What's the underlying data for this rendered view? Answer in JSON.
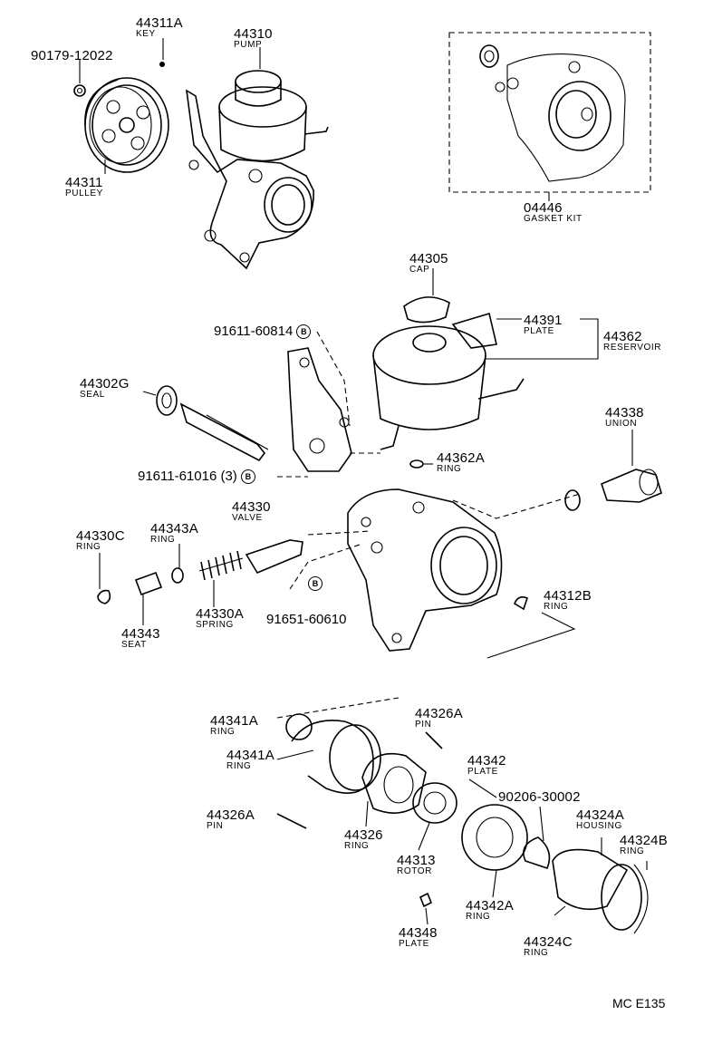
{
  "parts": [
    {
      "id": "p_44311A",
      "number": "44311A",
      "name": "KEY"
    },
    {
      "id": "p_44310",
      "number": "44310",
      "name": "PUMP"
    },
    {
      "id": "p_90179",
      "number": "90179-12022",
      "name": ""
    },
    {
      "id": "p_44311",
      "number": "44311",
      "name": "PULLEY"
    },
    {
      "id": "p_04446",
      "number": "04446",
      "name": "GASKET KIT"
    },
    {
      "id": "p_44305",
      "number": "44305",
      "name": "CAP"
    },
    {
      "id": "p_44391",
      "number": "44391",
      "name": "PLATE"
    },
    {
      "id": "p_44362",
      "number": "44362",
      "name": "RESERVOIR"
    },
    {
      "id": "p_44302G",
      "number": "44302G",
      "name": "SEAL"
    },
    {
      "id": "p_44338",
      "number": "44338",
      "name": "UNION"
    },
    {
      "id": "p_44362A",
      "number": "44362A",
      "name": "RING"
    },
    {
      "id": "p_44330",
      "number": "44330",
      "name": "VALVE"
    },
    {
      "id": "p_44330C",
      "number": "44330C",
      "name": "RING"
    },
    {
      "id": "p_44343A",
      "number": "44343A",
      "name": "RING"
    },
    {
      "id": "p_44330A",
      "number": "44330A",
      "name": "SPRING"
    },
    {
      "id": "p_44343",
      "number": "44343",
      "name": "SEAT"
    },
    {
      "id": "p_44312B",
      "number": "44312B",
      "name": "RING"
    },
    {
      "id": "p_44341A_1",
      "number": "44341A",
      "name": "RING"
    },
    {
      "id": "p_44341A_2",
      "number": "44341A",
      "name": "RING"
    },
    {
      "id": "p_44326A_1",
      "number": "44326A",
      "name": "PIN"
    },
    {
      "id": "p_44326A_2",
      "number": "44326A",
      "name": "PIN"
    },
    {
      "id": "p_44342",
      "number": "44342",
      "name": "PLATE"
    },
    {
      "id": "p_90206",
      "number": "90206-30002",
      "name": ""
    },
    {
      "id": "p_44324A",
      "number": "44324A",
      "name": "HOUSING"
    },
    {
      "id": "p_44324B",
      "number": "44324B",
      "name": "RING"
    },
    {
      "id": "p_44326",
      "number": "44326",
      "name": "RING"
    },
    {
      "id": "p_44313",
      "number": "44313",
      "name": "ROTOR"
    },
    {
      "id": "p_44342A",
      "number": "44342A",
      "name": "RING"
    },
    {
      "id": "p_44324C",
      "number": "44324C",
      "name": "RING"
    },
    {
      "id": "p_44348",
      "number": "44348",
      "name": "PLATE"
    }
  ],
  "bolts": [
    {
      "id": "b1",
      "number": "91611-60814",
      "marker": "B"
    },
    {
      "id": "b2",
      "number": "91611-61016 (3)",
      "marker": "B"
    },
    {
      "id": "b3",
      "number": "91651-60610",
      "marker": "B"
    }
  ],
  "footer": {
    "code": "MC  E135"
  }
}
